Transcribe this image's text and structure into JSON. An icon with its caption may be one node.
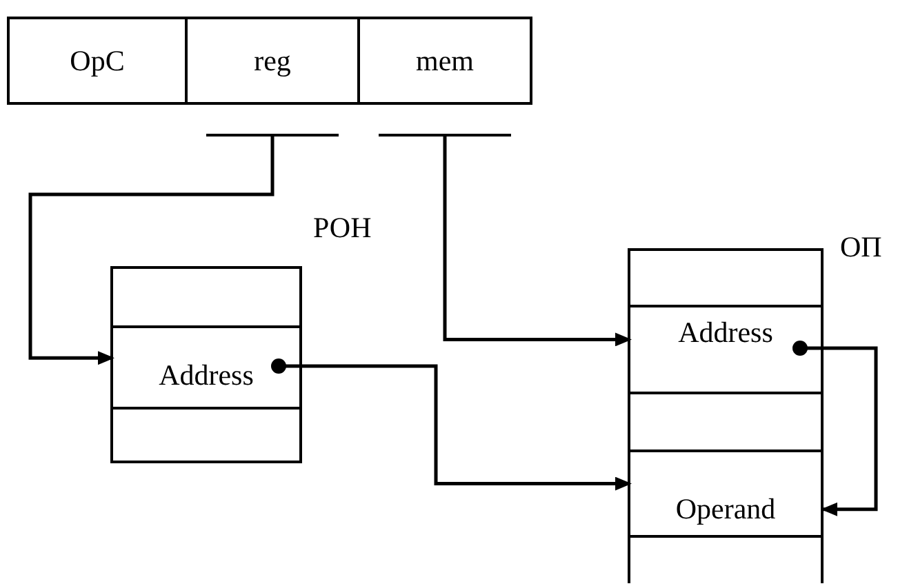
{
  "diagram": {
    "nodes": [
      {
        "text": [
          "OpC"
        ]
      },
      {
        "text": [
          "reg"
        ]
      },
      {
        "text": [
          "mem"
        ]
      },
      {
        "text": [
          "РОН"
        ]
      },
      {
        "text": [],
        "shape": "box",
        "in": 3
      },
      {
        "text": [
          "Address"
        ],
        "in": 3
      },
      {
        "text": [],
        "shape": "box",
        "in": 3
      },
      {
        "text": [
          "ОП"
        ]
      },
      {
        "text": [],
        "shape": "box",
        "in": 7
      },
      {
        "text": [
          "Address"
        ],
        "in": 7
      },
      {
        "text": [],
        "shape": "box",
        "in": 7
      },
      {
        "text": [
          "Operand"
        ],
        "in": 7
      },
      {
        "text": [],
        "shape": "box",
        "in": 7
      }
    ],
    "edges": [
      {
        "from": 1,
        "to": 5,
        "arrow": "to"
      },
      {
        "from": 2,
        "to": 9,
        "arrow": "to"
      },
      {
        "from": 5,
        "to": 11,
        "arrow": "to"
      },
      {
        "from": 9,
        "to": 11,
        "arrow": "to"
      }
    ]
  }
}
